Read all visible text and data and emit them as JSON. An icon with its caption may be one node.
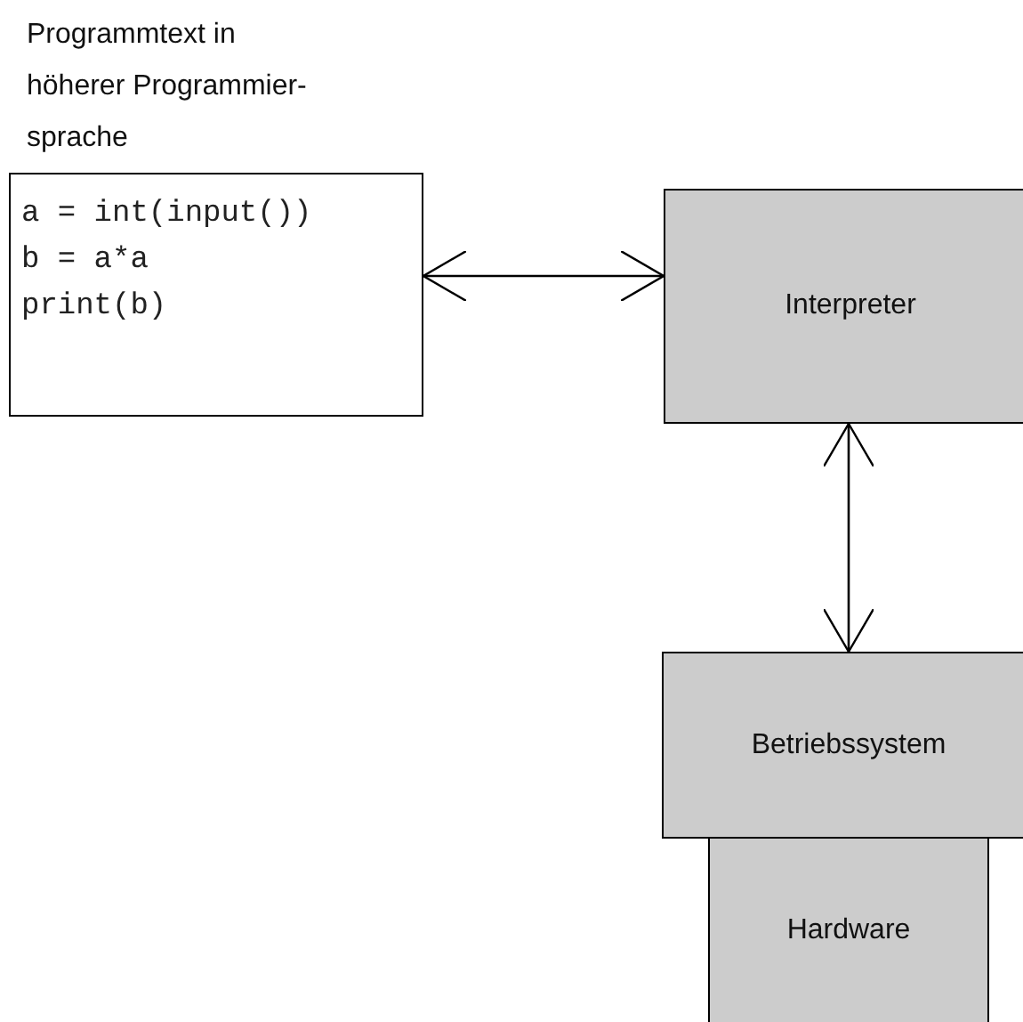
{
  "diagram": {
    "nodes": [
      {
        "text": [
          "Programmtext in höherer Programmier- sprache",
          "a = int(input())",
          "b = a*a",
          "print(b)"
        ]
      },
      {
        "text": [
          "Interpreter"
        ]
      },
      {
        "text": [
          "Betriebssystem"
        ]
      },
      {
        "text": [
          "Hardware"
        ]
      }
    ],
    "edges": [
      {
        "from": 0,
        "to": 1,
        "arrow": "both"
      },
      {
        "from": 1,
        "to": 2,
        "arrow": "both"
      }
    ]
  }
}
